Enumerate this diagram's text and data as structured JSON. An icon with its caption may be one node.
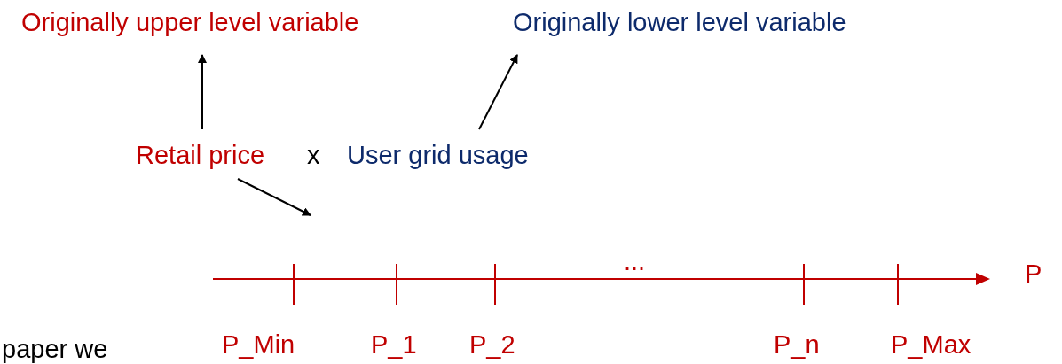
{
  "diagram": {
    "nodes": [
      {
        "text": [
          "Originally upper level variable"
        ]
      },
      {
        "text": [
          "Originally lower level variable"
        ]
      },
      {
        "text": [
          "Retail price"
        ]
      },
      {
        "text": [
          "User grid usage"
        ]
      }
    ],
    "edges": [
      {
        "from": 2,
        "to": 0,
        "arrow": "to"
      },
      {
        "from": 3,
        "to": 1,
        "arrow": "to"
      },
      {
        "from": 2,
        "to": null,
        "arrow": "to"
      }
    ],
    "labels": [
      "x",
      "...",
      "P",
      "paper we",
      "P_Min",
      "P_1",
      "P_2",
      "P_n",
      "P_Max"
    ]
  }
}
